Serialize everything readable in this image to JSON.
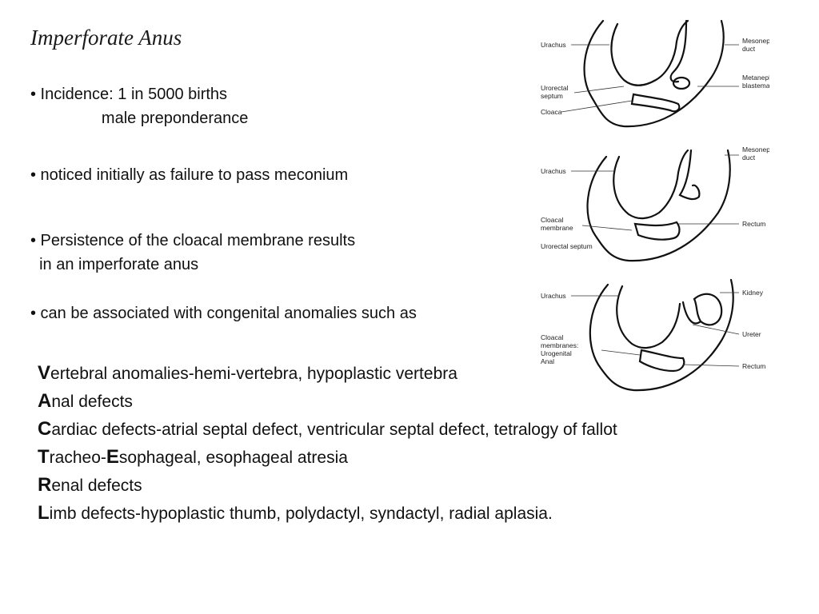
{
  "title": "Imperforate Anus",
  "bullets": [
    {
      "line1": "• Incidence: 1 in 5000 births",
      "line2": "                male preponderance"
    },
    {
      "line1": "• noticed initially as failure to pass meconium"
    },
    {
      "line1": "• Persistence of the cloacal membrane results",
      "line2": "  in an imperforate anus"
    },
    {
      "line1": "• can be associated with congenital anomalies such as"
    }
  ],
  "vacterl": [
    {
      "initial": "V",
      "rest": "ertebral anomalies-hemi-vertebra, hypoplastic vertebra"
    },
    {
      "initial": "A",
      "rest": "nal defects"
    },
    {
      "initial": "C",
      "rest": "ardiac defects-atrial septal defect, ventricular septal defect, tetralogy of fallot"
    },
    {
      "initial": "T",
      "rest": "racheo-",
      "initial2": "E",
      "rest2": "sophageal, esophageal atresia"
    },
    {
      "initial": "R",
      "rest": "enal defects"
    },
    {
      "initial": "L",
      "rest": "imb defects-hypoplastic thumb, polydactyl, syndactyl, radial aplasia."
    }
  ],
  "figure": {
    "panel1": {
      "urachus": "Urachus",
      "urorectal1": "Urorectal",
      "urorectal2": "septum",
      "cloaca": "Cloaca",
      "meso1": "Mesonephric",
      "meso2": "duct",
      "meta1": "Metanephric",
      "meta2": "blastema"
    },
    "panel2": {
      "urachus": "Urachus",
      "cloacal1": "Cloacal",
      "cloacal2": "membrane",
      "urorectal": "Urorectal septum",
      "meso1": "Mesonephric",
      "meso2": "duct",
      "rectum": "Rectum"
    },
    "panel3": {
      "urachus": "Urachus",
      "cloacal1": "Cloacal",
      "cloacal2": "membranes:",
      "urogenital": "Urogenital",
      "anal": "Anal",
      "kidney": "Kidney",
      "ureter": "Ureter",
      "rectum": "Rectum"
    }
  }
}
